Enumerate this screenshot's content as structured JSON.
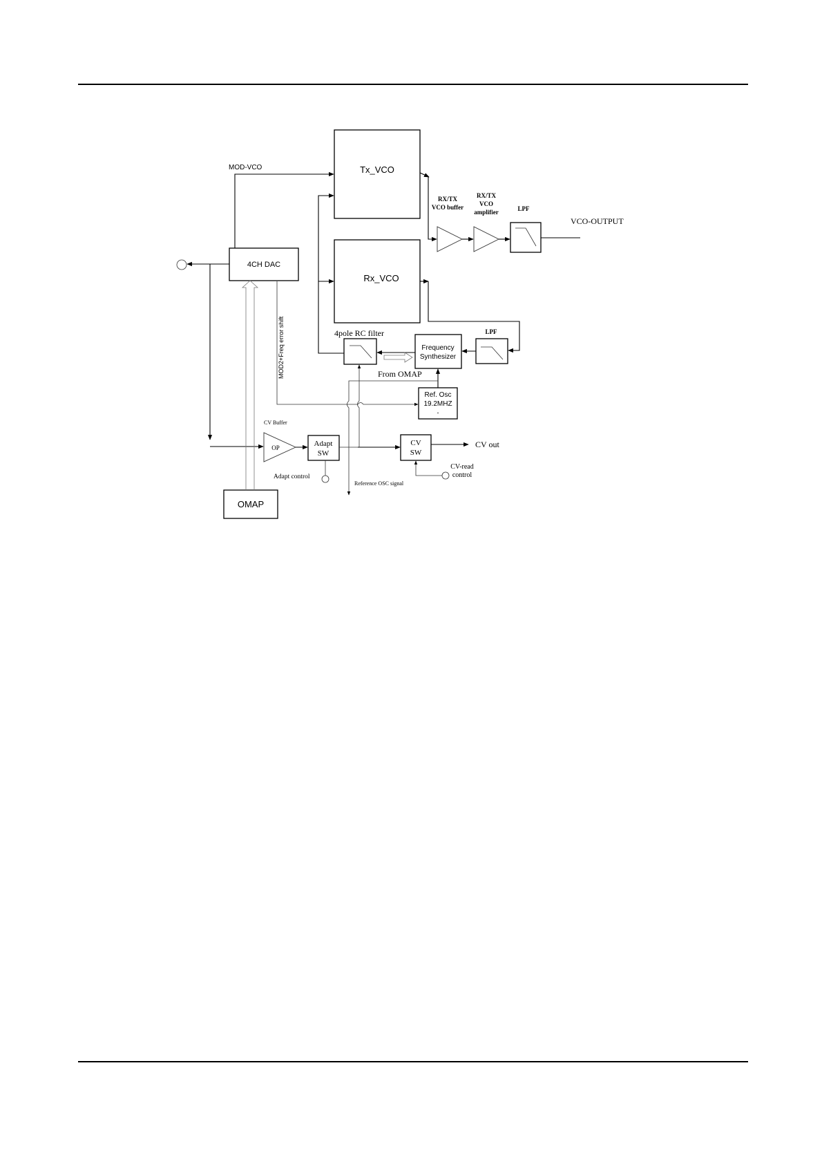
{
  "blocks": {
    "tx_vco": "Tx_VCO",
    "rx_vco": "Rx_VCO",
    "dac": "4CH DAC",
    "omap": "OMAP",
    "freq_synth_line1": "Frequency",
    "freq_synth_line2": "Synthesizer",
    "ref_osc_line1": "Ref. Osc",
    "ref_osc_line2": "19.2MHZ",
    "ref_osc_line3": "-",
    "adapt_sw_line1": "Adapt",
    "adapt_sw_line2": "SW",
    "cv_sw_line1": "CV",
    "cv_sw_line2": "SW",
    "op_amp": "OP"
  },
  "labels": {
    "mod_vco": "MOD-VCO",
    "buffer_line1": "RX/TX",
    "buffer_line2": "VCO buffer",
    "amp_line1": "RX/TX",
    "amp_line2": "VCO",
    "amp_line3": "amplifier",
    "lpf_top": "LPF",
    "lpf_mid": "LPF",
    "vco_output": "VCO-OUTPUT",
    "rc_filter": "4pole RC filter",
    "from_omap": "From OMAP",
    "mod2_freq": "MOD2+Freq error shift",
    "cv_buffer": "CV Buffer",
    "cv_out": "CV out",
    "cv_read_line1": "CV-read",
    "cv_read_line2": "control",
    "adapt_control": "Adapt control",
    "ref_osc_signal": "Reference OSC signal"
  }
}
